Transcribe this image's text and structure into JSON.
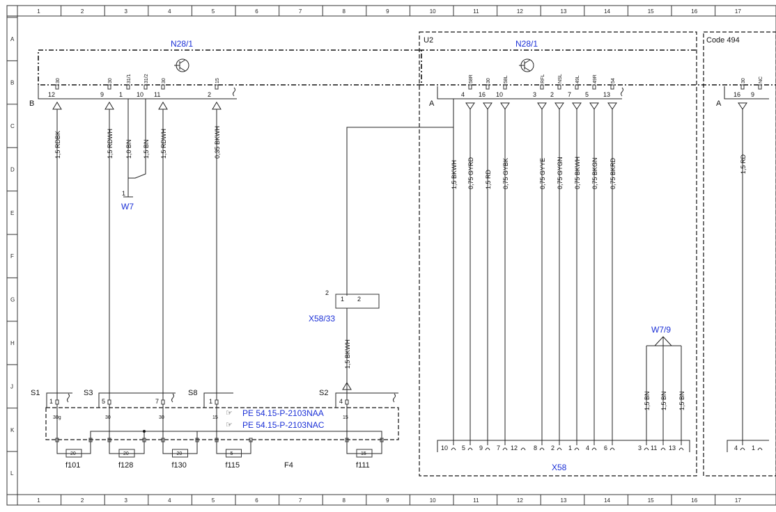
{
  "grid": {
    "cols": [
      "1",
      "2",
      "3",
      "4",
      "5",
      "6",
      "7",
      "8",
      "9",
      "10",
      "11",
      "12",
      "13",
      "14",
      "15",
      "16",
      "17"
    ],
    "rows": [
      "A",
      "B",
      "C",
      "D",
      "E",
      "F",
      "G",
      "H",
      "J",
      "K",
      "L"
    ]
  },
  "labels": {
    "n28_left": "N28/1",
    "n28_right": "N28/1",
    "u2": "U2",
    "code494": "Code 494",
    "conn_b": "B",
    "conn_a_left": "A",
    "conn_a_right": "A",
    "w7": "W7",
    "w7_pin": "1",
    "w79": "W7/9",
    "x5833": "X58/33",
    "x5833_pin": "2",
    "x58": "X58",
    "f4": "F4",
    "s1": "S1",
    "s3": "S3",
    "s8": "S8",
    "s2": "S2",
    "pe1": "PE 54.15-P-2103NAA",
    "pe2": "PE 54.15-P-2103NAC"
  },
  "left_pins": [
    {
      "top": "30",
      "bottom": "12"
    },
    {
      "top": "30",
      "bottom": "9"
    },
    {
      "top": "31/1",
      "bottom": "1"
    },
    {
      "top": "31/2",
      "bottom": "10"
    },
    {
      "top": "30",
      "bottom": "11"
    },
    {
      "top": "15",
      "bottom": "2"
    }
  ],
  "right_pins": [
    {
      "top": "58R",
      "bottom": "4"
    },
    {
      "top": "30",
      "bottom": "16"
    },
    {
      "top": "58L",
      "bottom": "10"
    },
    {
      "top": "RFL",
      "bottom": "3"
    },
    {
      "top": "NSL",
      "bottom": "2"
    },
    {
      "top": "49L",
      "bottom": "7"
    },
    {
      "top": "49R",
      "bottom": "5"
    },
    {
      "top": "54",
      "bottom": "13"
    }
  ],
  "code_pins": [
    {
      "top": "30",
      "bottom": "16"
    },
    {
      "top": "NC",
      "bottom": "9"
    }
  ],
  "wires_left": [
    "1,5 RDBK",
    "1,5 RDWH",
    "1,0 BN",
    "1,5 BN",
    "1,5 RDWH",
    "0,35 BKWH"
  ],
  "wires_right": [
    "1,5 BKWH",
    "0,75 GYRD",
    "1,5 RD",
    "0,75 GYBK",
    "0,75 GYYE",
    "0,75 GYGN",
    "0,75 BKWH",
    "0,75 BKGN",
    "0,75 BKRD"
  ],
  "wire_code": "1,5 RD",
  "wire_x5833": "1,5 BKWH",
  "wires_w79": [
    "1,5 BN",
    "1,5 BN",
    "1,5 BN"
  ],
  "fuse_switches": [
    {
      "pin": "1",
      "term": "30g"
    },
    {
      "pin": "5",
      "term": "30"
    },
    {
      "pin": "7",
      "term": "30"
    },
    {
      "pin": "1",
      "term": "15"
    },
    {
      "pin": "4",
      "term": "15"
    }
  ],
  "fuses": [
    {
      "name": "f101",
      "amps": "20"
    },
    {
      "name": "f128",
      "amps": "20"
    },
    {
      "name": "f130",
      "amps": "20"
    },
    {
      "name": "f115",
      "amps": "5"
    },
    {
      "name": "f111",
      "amps": "15"
    }
  ],
  "x5833_pins": [
    "1",
    "2"
  ],
  "x58_pins": [
    "10",
    "5",
    "9",
    "7",
    "12",
    "8",
    "2",
    "1",
    "4",
    "6",
    "3",
    "11",
    "13"
  ],
  "x58_code_pins": [
    "4",
    "1"
  ]
}
